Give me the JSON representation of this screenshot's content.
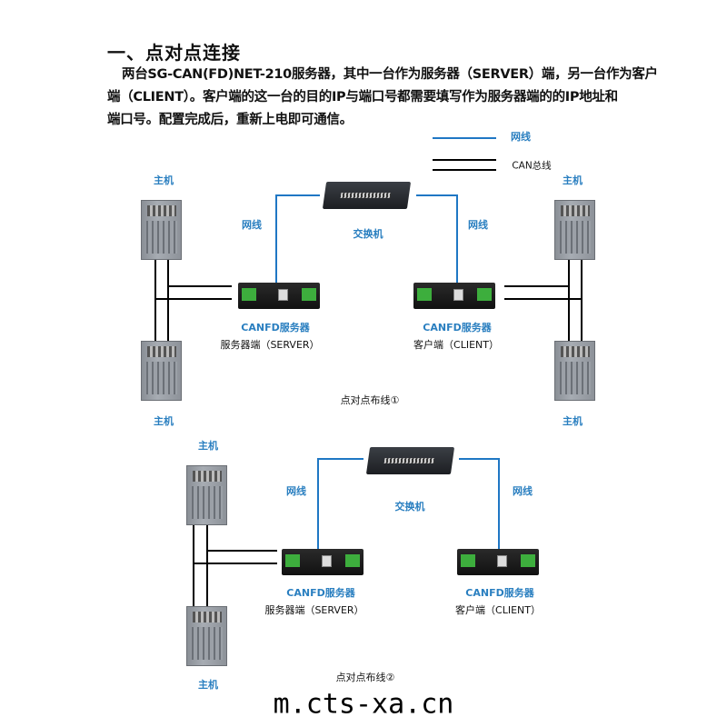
{
  "section_title": "一、点对点连接",
  "paragraph": [
    "两台SG-CAN(FD)NET-210服务器，其中一台作为服务器（SERVER）端，另一台作为客户",
    "端（CLIENT）。客户端的这一台的目的IP与端口号都需要填写作为服务器端的的IP地址和",
    "端口号。配置完成后，重新上电即可通信。"
  ],
  "legend": {
    "network_cable": "网线",
    "can_bus": "CAN总线"
  },
  "colors": {
    "network": "#1f77c4",
    "can": "#000000",
    "label_blue": "#2a7fc0"
  },
  "diagram1": {
    "host_label": "主机",
    "cable_label": "网线",
    "switch_label": "交换机",
    "server": {
      "title": "CANFD服务器",
      "role": "服务器端（SERVER）"
    },
    "client": {
      "title": "CANFD服务器",
      "role": "客户端（CLIENT）"
    },
    "caption": "点对点布线①"
  },
  "diagram2": {
    "host_label": "主机",
    "cable_label": "网线",
    "switch_label": "交换机",
    "server": {
      "title": "CANFD服务器",
      "role": "服务器端（SERVER）"
    },
    "client": {
      "title": "CANFD服务器",
      "role": "客户端（CLIENT）"
    },
    "caption": "点对点布线②"
  },
  "watermark": "m.cts-xa.cn"
}
